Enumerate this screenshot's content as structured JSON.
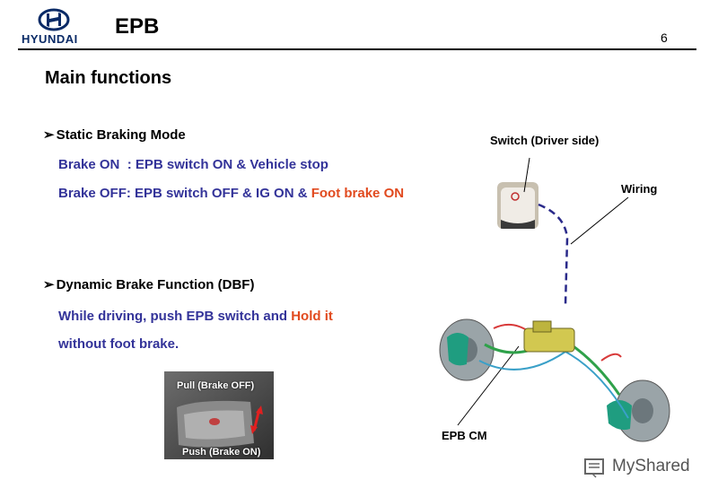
{
  "header": {
    "logo_text": "HYUNDAI",
    "title": "EPB",
    "page_number": "6"
  },
  "main": {
    "heading": "Main functions",
    "sections": [
      {
        "title": "Static Braking Mode",
        "lines": [
          {
            "parts": [
              "Brake ON  : EPB switch ON & Vehicle stop"
            ]
          },
          {
            "parts": [
              "Brake OFF: EPB switch OFF & IG ON & ",
              "Foot brake ON"
            ]
          }
        ]
      },
      {
        "title": "Dynamic Brake Function (DBF)",
        "lines": [
          {
            "parts": [
              "While driving, push EPB switch and ",
              "Hold it"
            ]
          },
          {
            "parts": [
              "without foot brake."
            ]
          }
        ]
      }
    ]
  },
  "figure": {
    "switch_label": "Switch (Driver side)",
    "wiring_label": "Wiring",
    "cm_label": "EPB CM",
    "pull_label": "Pull (Brake OFF)",
    "push_label": "Push (Brake ON)"
  },
  "watermark": {
    "text": "MyShared"
  },
  "colors": {
    "body_text": "#333399",
    "highlight": "#e14a1f",
    "brand": "#0a2a66"
  }
}
